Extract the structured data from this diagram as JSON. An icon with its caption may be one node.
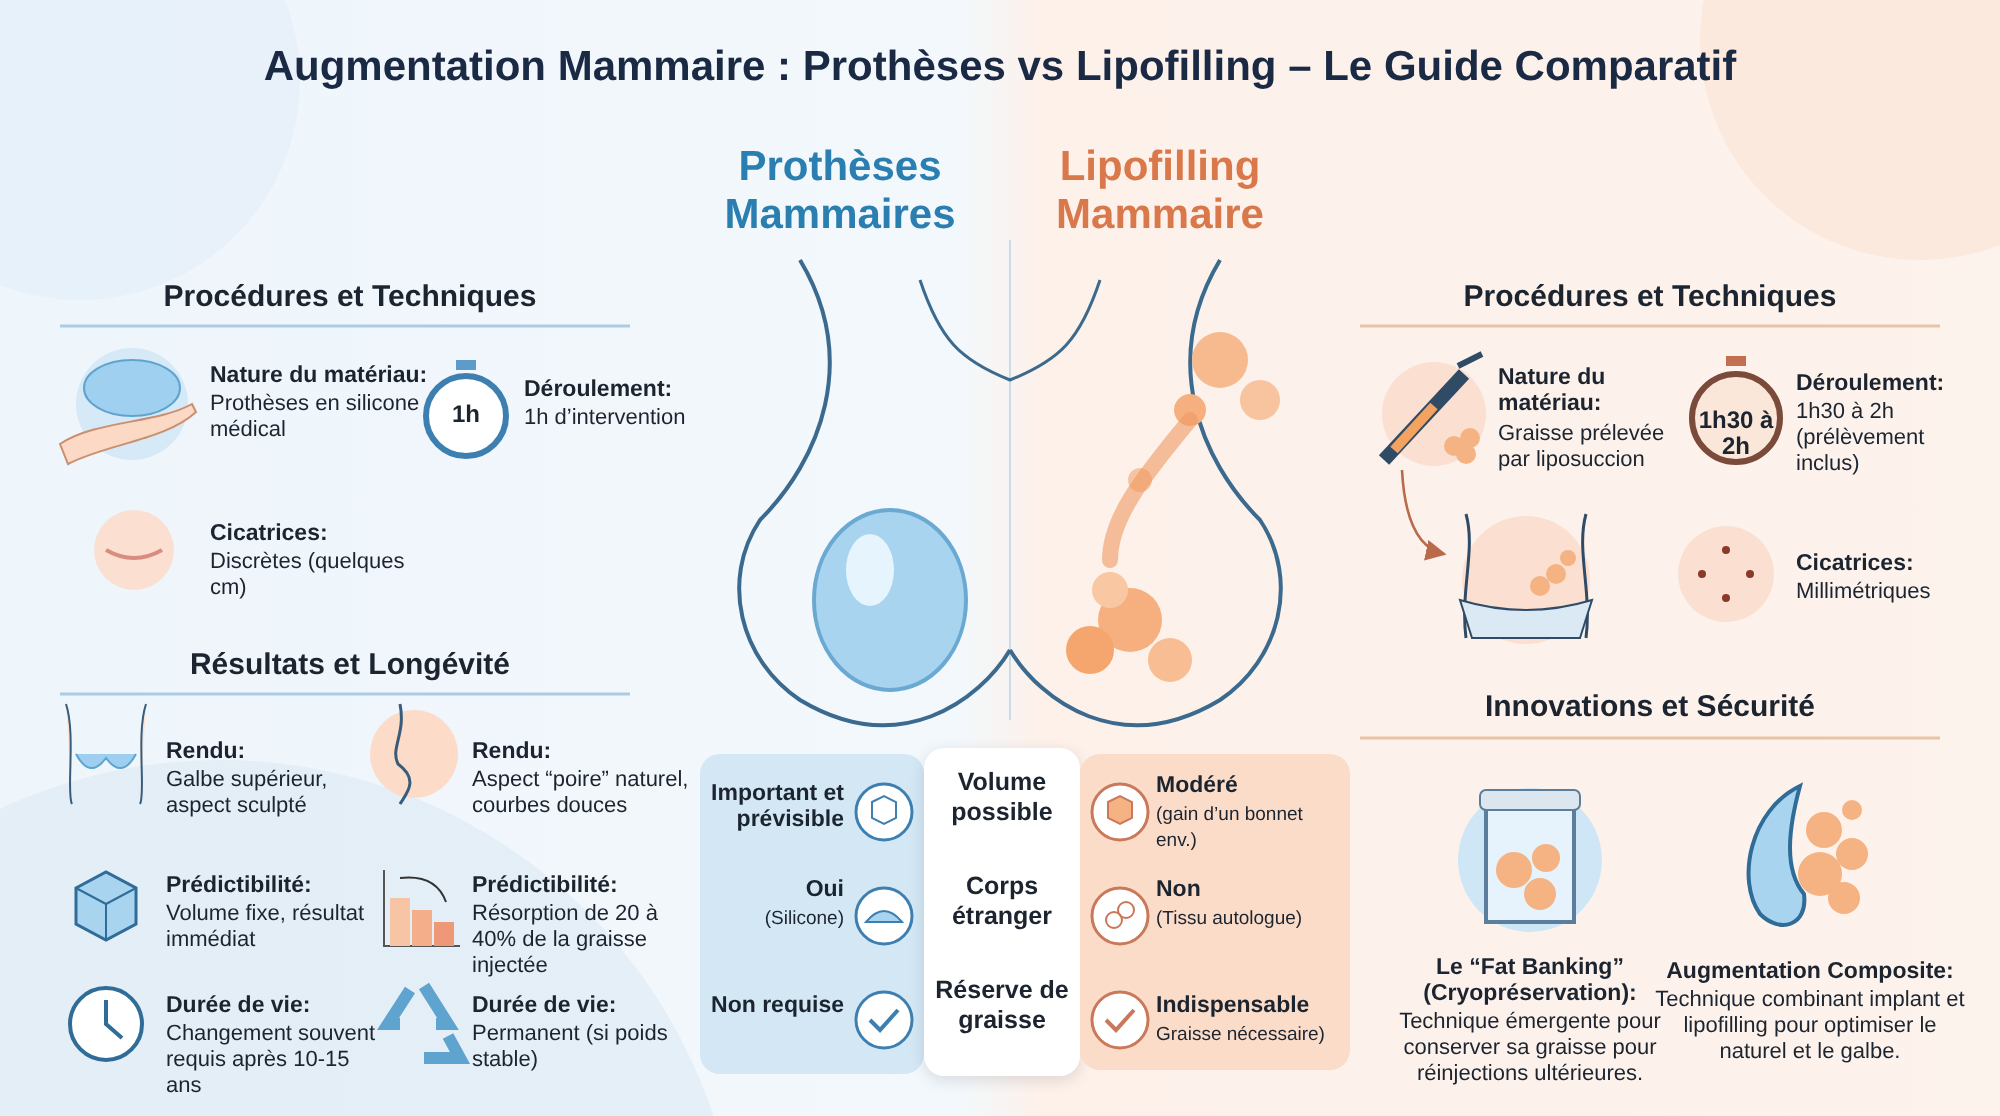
{
  "diagram": {
    "title": "Augmentation Mammaire : Prothèses vs Lipofilling – Le Guide Comparatif",
    "nodes": [
      {
        "text": [
          "Important et prévisible",
          "Oui",
          "(Silicone)",
          "Non requise"
        ]
      },
      {
        "text": [
          "Volume possible",
          "Corps étranger",
          "Réserve de graisse"
        ]
      },
      {
        "text": [
          "Modéré",
          "(gain d’un bonnet env.)",
          "Non",
          "(Tissu autologue)",
          "Indispensable",
          "Graisse nécessaire)"
        ]
      },
      {
        "text": [],
        "shape": "picture"
      },
      {
        "text": [],
        "shape": "picture"
      }
    ],
    "edges": [
      {
        "from": 3,
        "to": 4,
        "arrow": "to"
      }
    ],
    "labels": [
      "Prothèses Mammaires",
      "Lipofilling Mammaire",
      "Procédures et Techniques",
      "Nature du matériau:",
      "Prothèses en silicone médical",
      "1h",
      "Déroulement:",
      "1h d’intervention",
      "Cicatrices:",
      "Discrètes (quelques cm)",
      "Résultats et Longévité",
      "Rendu:",
      "Galbe supérieur, aspect sculpté",
      "Rendu:",
      "Aspect “poire” naturel, courbes douces",
      "Prédictibilité:",
      "Volume fixe, résultat immédiat",
      "Prédictibilité:",
      "Résorption de 20 à 40% de la graisse injectée",
      "Durée de vie:",
      "Changement souvent requis après 10-15 ans",
      "Durée de vie:",
      "Permanent (si poids stable)",
      "Procédures et Techniques",
      "Nature du matériau:",
      "Graisse prélevée par liposuccion",
      "1h30 à 2h",
      "Déroulement:",
      "1h30 à 2h (prélèvement inclus)",
      "Cicatrices:",
      "Millimétriques",
      "Innovations et Sécurité",
      "Le “Fat Banking” (Cryopréservation):",
      "Technique émergente pour conserver sa graisse pour réinjections ultérieures.",
      "Augmentation Composite:",
      "Technique combinant implant et lipofilling pour optimiser le naturel et le galbe."
    ]
  }
}
